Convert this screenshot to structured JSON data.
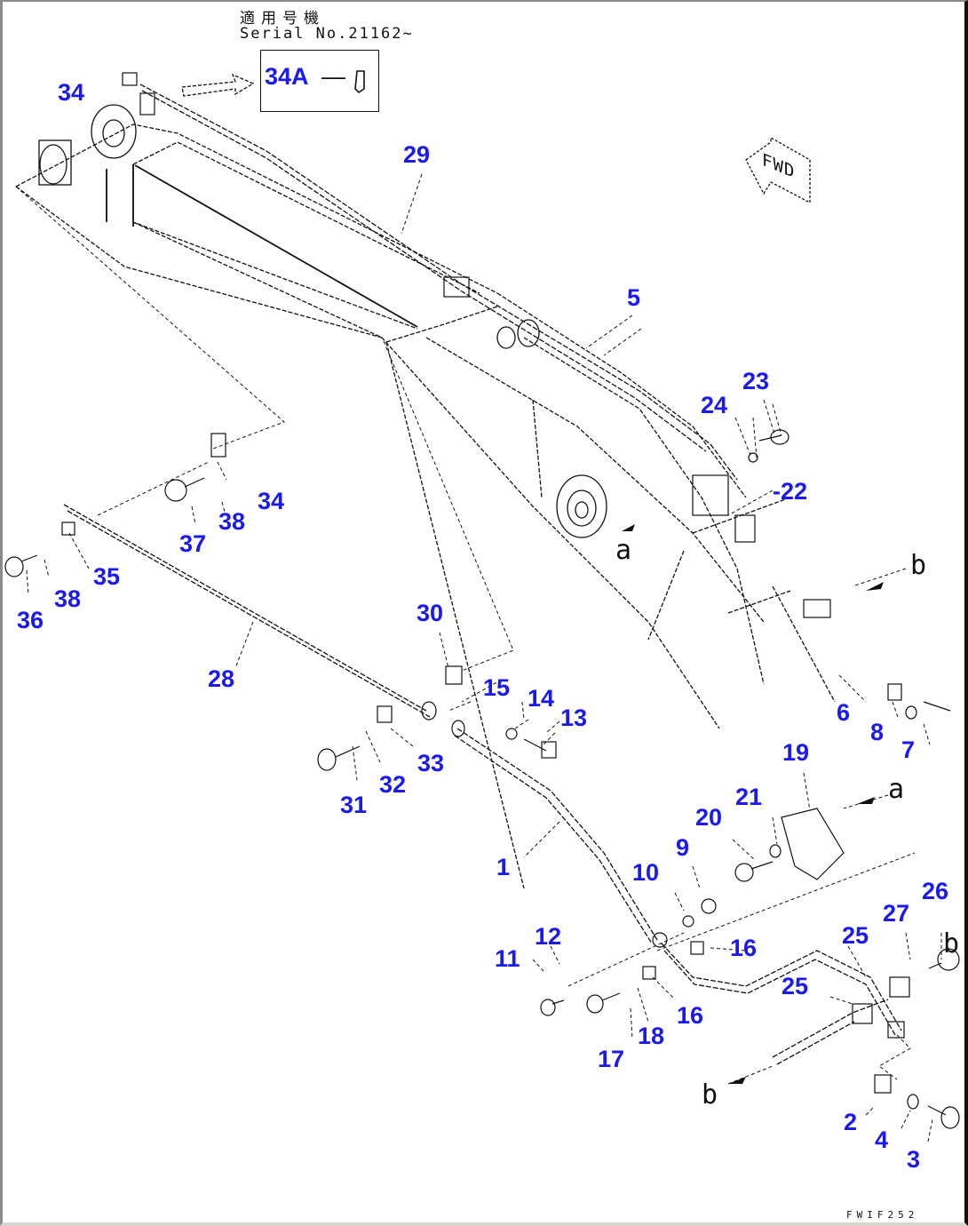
{
  "diagram": {
    "title_ja": "適用号機",
    "serial_label": "Serial No.21162~",
    "inset": {
      "label": "34A",
      "dash": "—"
    },
    "fwd_marker": "FWD",
    "drawing_code": "FWIF252",
    "ref_marks": {
      "a_top": "a",
      "a_right": "a",
      "b_top": "b",
      "b_right": "b",
      "b_bottom": "b"
    },
    "callouts": [
      {
        "id": "34-top",
        "label": "34"
      },
      {
        "id": "29",
        "label": "29"
      },
      {
        "id": "5",
        "label": "5"
      },
      {
        "id": "23",
        "label": "23"
      },
      {
        "id": "24",
        "label": "24"
      },
      {
        "id": "22",
        "label": "-22"
      },
      {
        "id": "34-mid",
        "label": "34"
      },
      {
        "id": "38-a",
        "label": "38"
      },
      {
        "id": "37",
        "label": "37"
      },
      {
        "id": "35",
        "label": "35"
      },
      {
        "id": "38-b",
        "label": "38"
      },
      {
        "id": "36",
        "label": "36"
      },
      {
        "id": "28",
        "label": "28"
      },
      {
        "id": "30",
        "label": "30"
      },
      {
        "id": "15",
        "label": "15"
      },
      {
        "id": "14",
        "label": "14"
      },
      {
        "id": "13",
        "label": "13"
      },
      {
        "id": "33",
        "label": "33"
      },
      {
        "id": "32",
        "label": "32"
      },
      {
        "id": "31",
        "label": "31"
      },
      {
        "id": "6",
        "label": "6"
      },
      {
        "id": "8",
        "label": "8"
      },
      {
        "id": "7",
        "label": "7"
      },
      {
        "id": "19",
        "label": "19"
      },
      {
        "id": "21",
        "label": "21"
      },
      {
        "id": "20",
        "label": "20"
      },
      {
        "id": "9",
        "label": "9"
      },
      {
        "id": "10",
        "label": "10"
      },
      {
        "id": "1",
        "label": "1"
      },
      {
        "id": "12",
        "label": "12"
      },
      {
        "id": "11",
        "label": "11"
      },
      {
        "id": "16-a",
        "label": "16"
      },
      {
        "id": "16-b",
        "label": "16"
      },
      {
        "id": "17",
        "label": "17"
      },
      {
        "id": "18",
        "label": "18"
      },
      {
        "id": "25-a",
        "label": "25"
      },
      {
        "id": "25-b",
        "label": "25"
      },
      {
        "id": "27",
        "label": "27"
      },
      {
        "id": "26",
        "label": "26"
      },
      {
        "id": "2",
        "label": "2"
      },
      {
        "id": "4",
        "label": "4"
      },
      {
        "id": "3",
        "label": "3"
      }
    ],
    "colors": {
      "callout": "#1a1af0",
      "line": "#111111",
      "background": "#ffffff"
    }
  }
}
